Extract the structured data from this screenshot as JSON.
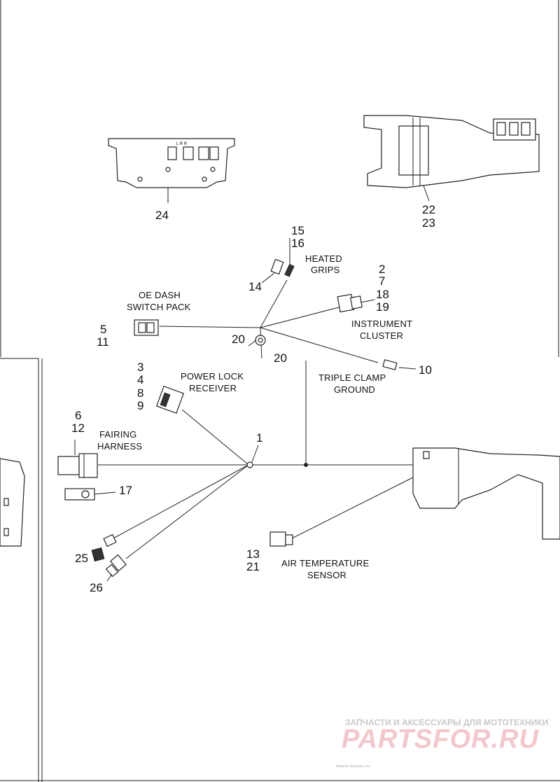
{
  "callouts": {
    "c1": "1",
    "c2": "2",
    "c3": "3",
    "c4": "4",
    "c5": "5",
    "c6": "6",
    "c7": "7",
    "c8": "8",
    "c9": "9",
    "c10": "10",
    "c11": "11",
    "c12": "12",
    "c13": "13",
    "c14": "14",
    "c15": "15",
    "c16": "16",
    "c17": "17",
    "c18": "18",
    "c19": "19",
    "c20": "20",
    "c21": "21",
    "c22": "22",
    "c23": "23",
    "c24": "24",
    "c25": "25",
    "c26": "26",
    "c20b": "20"
  },
  "labels": {
    "heated_grips_1": "HEATED",
    "heated_grips_2": "GRIPS",
    "oe_dash_1": "OE DASH",
    "oe_dash_2": "SWITCH PACK",
    "instrument_1": "INSTRUMENT",
    "instrument_2": "CLUSTER",
    "power_lock_1": "POWER LOCK",
    "power_lock_2": "RECEIVER",
    "triple_clamp_1": "TRIPLE CLAMP",
    "triple_clamp_2": "GROUND",
    "fairing_1": "FAIRING",
    "fairing_2": "HARNESS",
    "air_temp_1": "AIR TEMPERATURE",
    "air_temp_2": "SENSOR",
    "switch_lrr": "L  R  R"
  },
  "watermark": {
    "line1": "ЗАПЧАСТИ И АКСЕССУАРЫ ДЛЯ МОТОТЕХНИКИ",
    "line2": "PARTSFOR.RU",
    "copyright": "Network Services, Inc."
  },
  "icons": [
    "switch-pack-icon",
    "instrument-bracket-icon",
    "connector-icon",
    "sensor-icon",
    "ground-terminal-icon"
  ]
}
